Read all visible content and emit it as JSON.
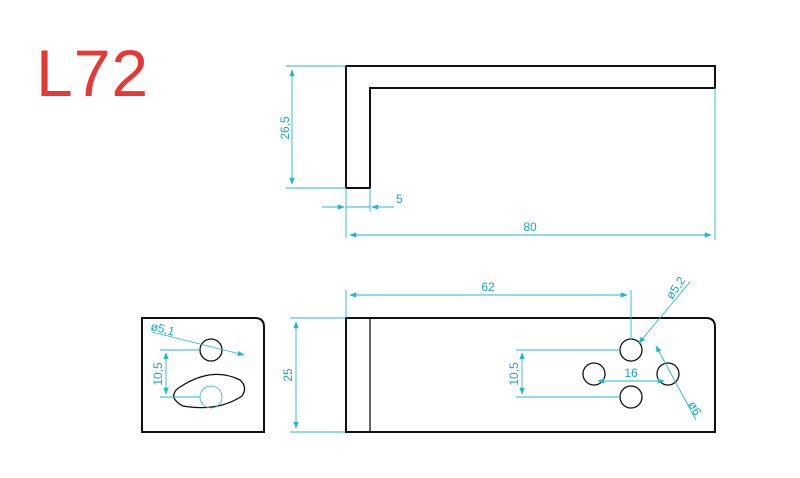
{
  "part": {
    "label": "L72",
    "label_color": "#e53935"
  },
  "colors": {
    "outline": "#111111",
    "dimension": "#27b5d2"
  },
  "dimensions": {
    "height_side": "26,5",
    "thickness": "5",
    "length": "80",
    "hole_position": "62",
    "hole_diameter_top": "ø5,2",
    "end_width": "25",
    "end_hole_diameter": "ø5,1",
    "end_slot_spacing": "10,5",
    "pattern_height": "10,5",
    "pattern_width": "16",
    "pattern_diameter": "ø6"
  }
}
